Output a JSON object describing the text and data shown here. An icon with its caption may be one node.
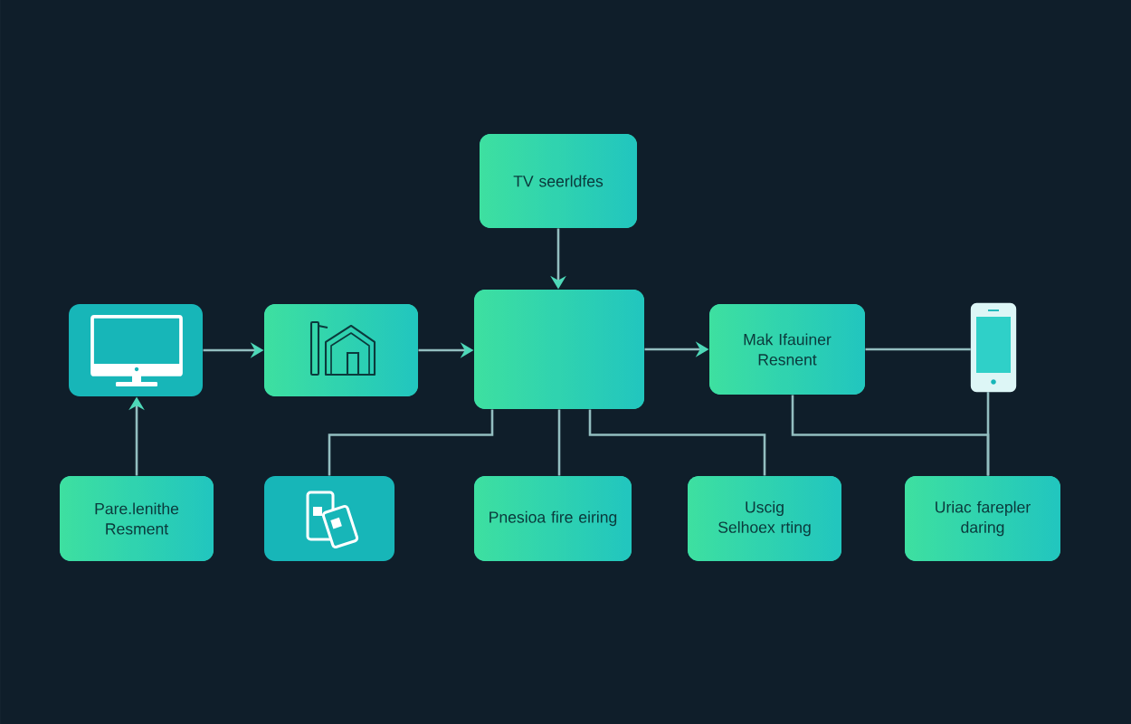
{
  "diagram": {
    "nodes": [
      {
        "text": [
          "TV seerldfes"
        ]
      },
      {
        "text": [],
        "shape": "box"
      },
      {
        "text": [],
        "shape": "box"
      },
      {
        "text": [],
        "shape": "box"
      },
      {
        "text": [
          "Mak Ifauiner Resnent"
        ]
      },
      {
        "text": [],
        "shape": "picture"
      },
      {
        "text": [
          "Pare.lenithe Resment"
        ]
      },
      {
        "text": [],
        "shape": "box"
      },
      {
        "text": [
          "Pnesioa fire eiring"
        ]
      },
      {
        "text": [
          "Uscig Selhoex rting"
        ]
      },
      {
        "text": [
          "Uriac farepler daring"
        ]
      }
    ],
    "edges": [
      {
        "from": 6,
        "to": 1,
        "arrow": "to"
      },
      {
        "from": 1,
        "to": 2,
        "arrow": "to"
      },
      {
        "from": 2,
        "to": 3,
        "arrow": "to"
      },
      {
        "from": 0,
        "to": 3,
        "arrow": "to"
      },
      {
        "from": 3,
        "to": 4,
        "arrow": "to"
      },
      {
        "from": 4,
        "to": 5,
        "arrow": "none"
      },
      {
        "from": 3,
        "to": 7,
        "arrow": "none"
      },
      {
        "from": 3,
        "to": 8,
        "arrow": "none"
      },
      {
        "from": 3,
        "to": 9,
        "arrow": "none"
      },
      {
        "from": 4,
        "to": 10,
        "arrow": "none"
      },
      {
        "from": 5,
        "to": 10,
        "arrow": "none"
      }
    ]
  }
}
